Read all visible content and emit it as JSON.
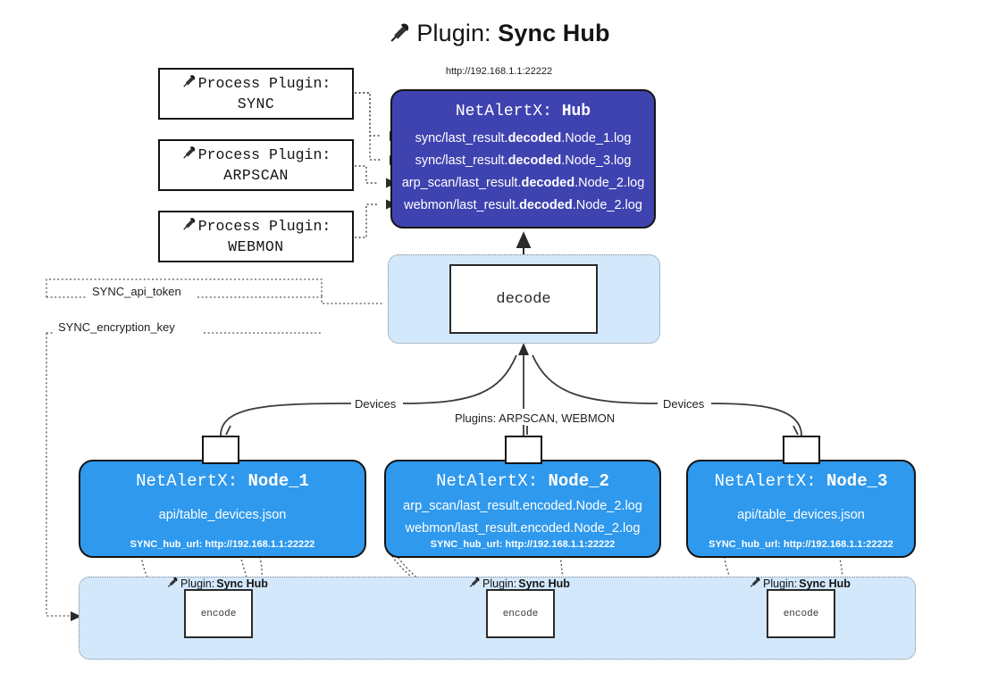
{
  "title": {
    "icon": "plug-icon",
    "prefix": "Plugin: ",
    "name": "Sync Hub"
  },
  "hub_url_caption": "http://192.168.1.1:22222",
  "process_plugins": [
    {
      "icon": "plug-icon",
      "line1": "Process Plugin:",
      "line2": "SYNC"
    },
    {
      "icon": "plug-icon",
      "line1": "Process Plugin:",
      "line2": "ARPSCAN"
    },
    {
      "icon": "plug-icon",
      "line1": "Process Plugin:",
      "line2": "WEBMON"
    }
  ],
  "hub": {
    "title_prefix": "NetAlertX: ",
    "title_name": "Hub",
    "rows": [
      {
        "pre": "sync/last_result.",
        "bold": "decoded",
        "post": ".Node_1.log"
      },
      {
        "pre": "sync/last_result.",
        "bold": "decoded",
        "post": ".Node_3.log"
      },
      {
        "pre": "arp_scan/last_result.",
        "bold": "decoded",
        "post": ".Node_2.log"
      },
      {
        "pre": "webmon/last_result.",
        "bold": "decoded",
        "post": ".Node_2.log"
      }
    ]
  },
  "decode": {
    "label": "decode"
  },
  "edge_labels": {
    "devices_left": "Devices",
    "devices_right": "Devices",
    "plugins_center": "Plugins: ARPSCAN, WEBMON",
    "api_token": "SYNC_api_token",
    "encryption_key": "SYNC_encryption_key"
  },
  "nodes": [
    {
      "title_prefix": "NetAlertX: ",
      "title_name": "Node_1",
      "rows": [
        "api/table_devices.json"
      ],
      "hub_url": "SYNC_hub_url: http://192.168.1.1:22222",
      "envelope_icon": "envelope-icon"
    },
    {
      "title_prefix": "NetAlertX: ",
      "title_name": "Node_2",
      "rows": [
        "arp_scan/last_result.encoded.Node_2.log",
        "webmon/last_result.encoded.Node_2.log"
      ],
      "hub_url": "SYNC_hub_url: http://192.168.1.1:22222",
      "envelope_icon": "envelope-icon"
    },
    {
      "title_prefix": "NetAlertX: ",
      "title_name": "Node_3",
      "rows": [
        "api/table_devices.json"
      ],
      "hub_url": "SYNC_hub_url: http://192.168.1.1:22222",
      "envelope_icon": "envelope-icon"
    }
  ],
  "encoders": [
    {
      "icon": "plug-icon",
      "prefix": "Plugin: ",
      "name": "Sync Hub",
      "box_label": "encode"
    },
    {
      "icon": "plug-icon",
      "prefix": "Plugin: ",
      "name": "Sync Hub",
      "box_label": "encode"
    },
    {
      "icon": "plug-icon",
      "prefix": "Plugin: ",
      "name": "Sync Hub",
      "box_label": "encode"
    }
  ],
  "colors": {
    "hub_fill": "#3f43b0",
    "node_fill": "#2f99ed",
    "container_fill": "#d3e8fa",
    "stroke": "#141414",
    "dotted_stroke": "#7e8a92",
    "background": "#ffffff"
  }
}
